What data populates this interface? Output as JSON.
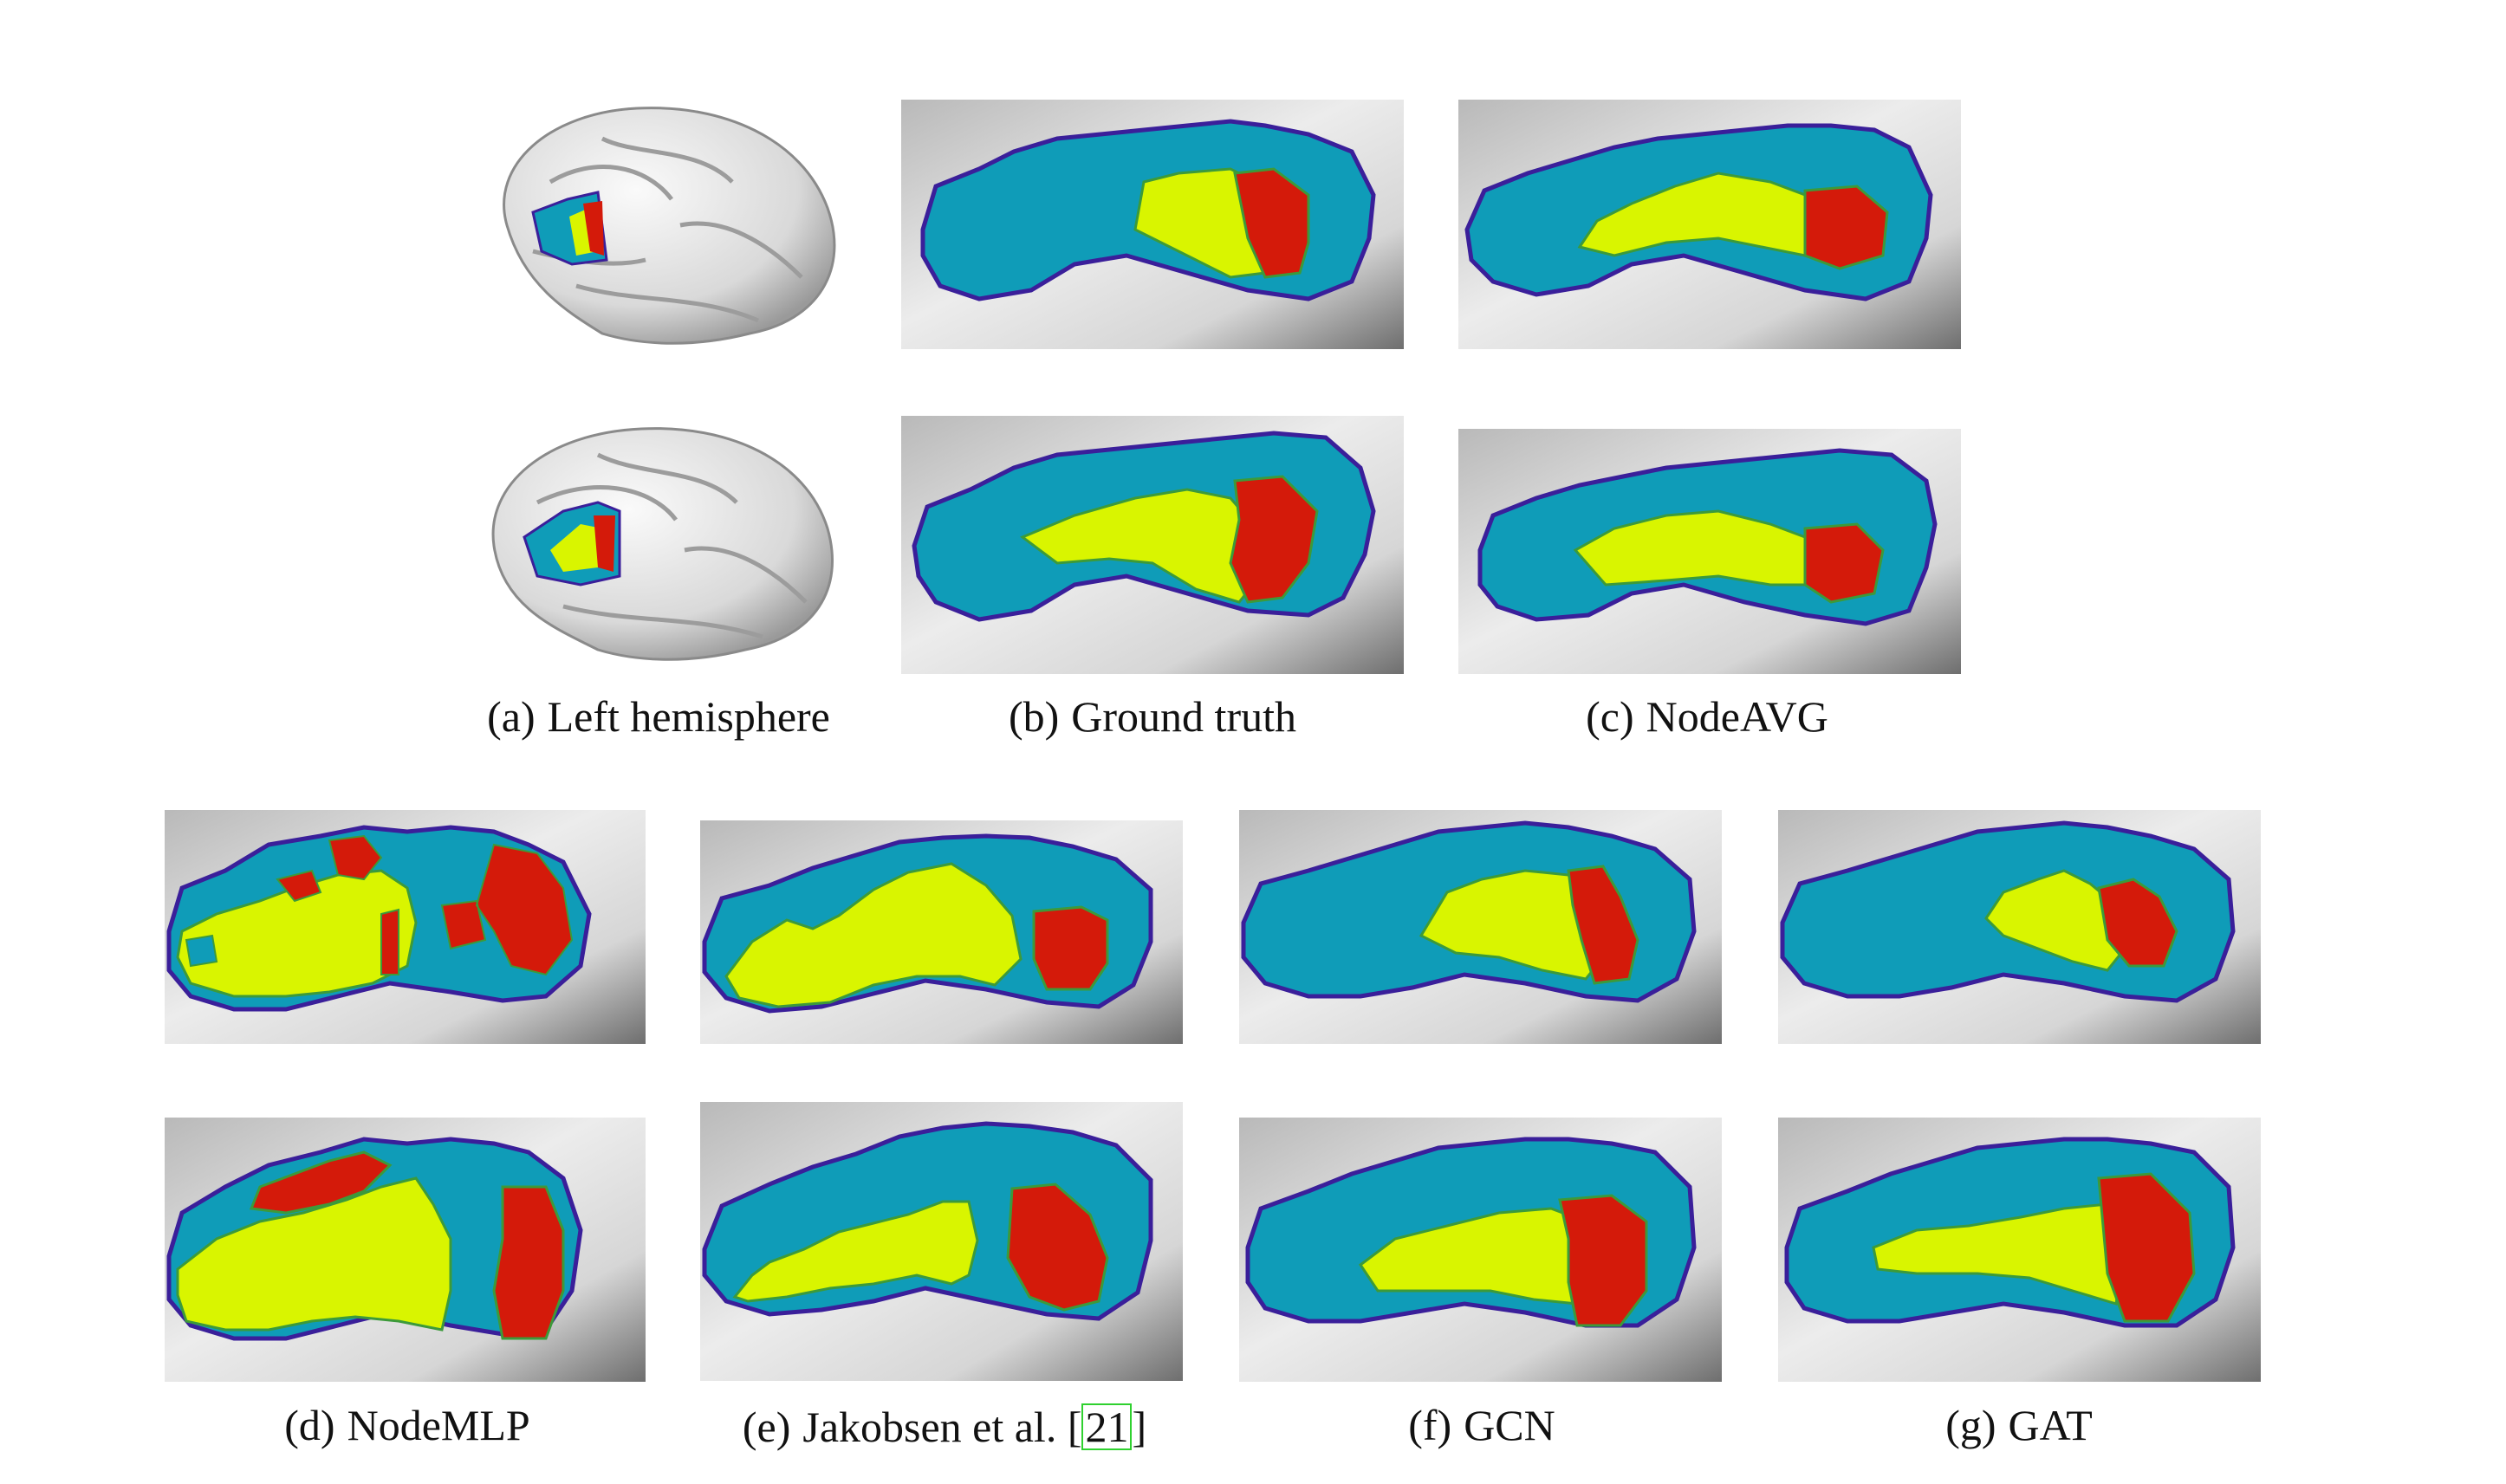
{
  "figure": {
    "captions": {
      "a": {
        "label": "(a)",
        "text": "Left hemisphere"
      },
      "b": {
        "label": "(b)",
        "text": "Ground truth"
      },
      "c": {
        "label": "(c)",
        "text": "NodeAVG"
      },
      "d": {
        "label": "(d)",
        "text": "NodeMLP"
      },
      "e": {
        "label": "(e)",
        "text": "Jakobsen et al. [",
        "cite": "21",
        "suffix": "]"
      },
      "f": {
        "label": "(f)",
        "text": "GCN"
      },
      "g": {
        "label": "(g)",
        "text": "GAT"
      }
    },
    "colors": {
      "background_mesh": "#cfcfcf",
      "region_outer": "#0f9cb8",
      "region_outline": "#3a1f9a",
      "region_middle": "#d9f500",
      "region_inner": "#d41a0a",
      "brain_surface": "#e6e6e6"
    }
  }
}
